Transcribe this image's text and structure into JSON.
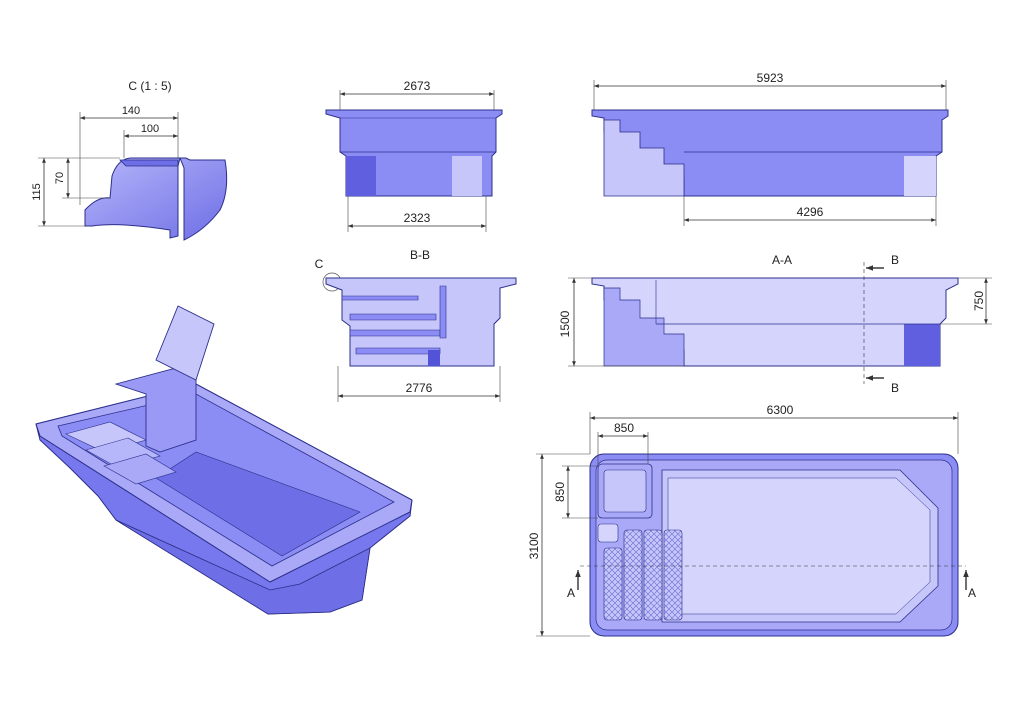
{
  "colors": {
    "pool_fill": "#8c8cf5",
    "pool_light": "#c6c6fb",
    "pool_dark": "#5353d8",
    "pool_edge": "#2b2f8a",
    "background": "#ffffff"
  },
  "detail": {
    "title": "C (1 : 5)",
    "dim_140": "140",
    "dim_100": "100",
    "dim_70": "70",
    "dim_115": "115"
  },
  "side_view": {
    "dim_top": "2673",
    "dim_bottom": "2323"
  },
  "front_view": {
    "dim_top": "5923",
    "dim_bottom": "4296"
  },
  "section_bb": {
    "title": "B-B",
    "detail_marker": "C",
    "dim_bottom": "2776"
  },
  "section_aa": {
    "title": "A-A",
    "marker_b_top": "B",
    "marker_b_bottom": "B",
    "dim_height": "1500",
    "dim_step": "750"
  },
  "top_view": {
    "dim_length": "6300",
    "dim_width": "3100",
    "dim_box_w": "850",
    "dim_box_h": "850",
    "marker_a_left": "A",
    "marker_a_right": "A"
  }
}
